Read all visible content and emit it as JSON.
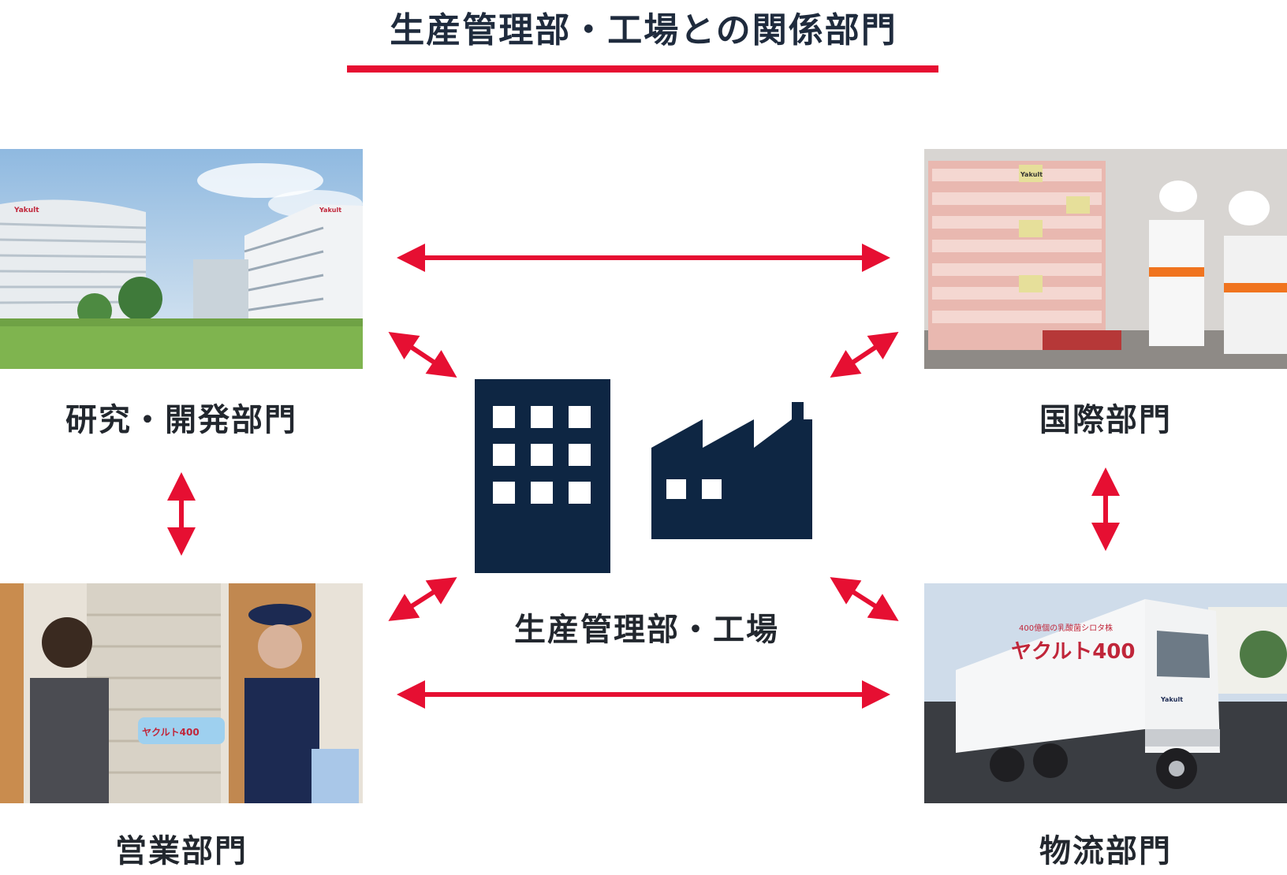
{
  "title": "生産管理部・工場との関係部門",
  "center": {
    "label": "生産管理部・工場",
    "icon": "building-and-factory-icon"
  },
  "departments": {
    "research": {
      "label": "研究・開発部門"
    },
    "international": {
      "label": "国際部門"
    },
    "sales": {
      "label": "営業部門"
    },
    "logistics": {
      "label": "物流部門"
    }
  },
  "photo_text": {
    "research_building_sign_1": "Yakult",
    "research_building_sign_2": "Yakult",
    "pack_label": "Yakult",
    "sales_pack_label": "ヤクルト400",
    "truck_brand": "ヤクルト400",
    "truck_tagline": "400億個の乳酸菌シロタ株",
    "truck_logo": "Yakult"
  },
  "colors": {
    "accent": "#e60f32",
    "navy": "#0e2643",
    "text": "#22272e"
  }
}
